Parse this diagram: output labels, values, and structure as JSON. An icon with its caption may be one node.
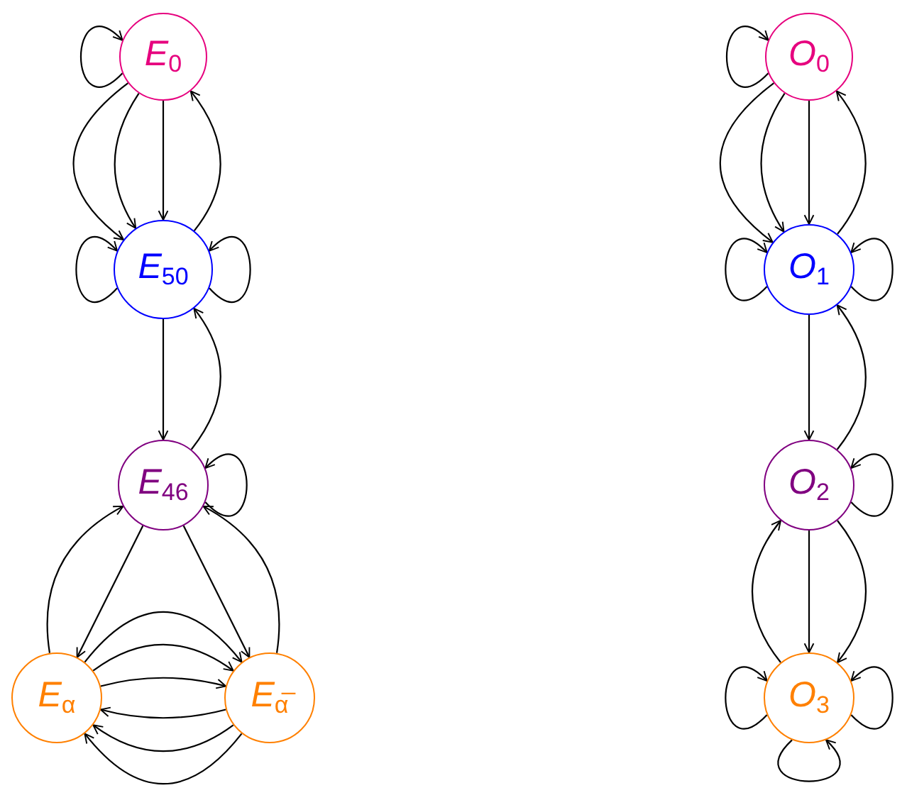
{
  "diagram": {
    "nodes": [
      {
        "text": [
          "*E*$_{0}$"
        ]
      },
      {
        "text": [
          "*E*$_{50}$"
        ]
      },
      {
        "text": [
          "*E*$_{46}$"
        ]
      },
      {
        "text": [
          "*E*$_{α}$"
        ]
      },
      {
        "text": [
          "*E*$_{α̅}$"
        ]
      },
      {
        "text": [
          "*O*$_{0}$"
        ]
      },
      {
        "text": [
          "*O*$_{1}$"
        ]
      },
      {
        "text": [
          "*O*$_{2}$"
        ]
      },
      {
        "text": [
          "*O*$_{3}$"
        ]
      }
    ],
    "edges": [
      {
        "from": 0,
        "to": 0,
        "arrow": "to"
      },
      {
        "from": 0,
        "to": 1,
        "arrow": "to"
      },
      {
        "from": 0,
        "to": 1,
        "arrow": "to"
      },
      {
        "from": 0,
        "to": 1,
        "arrow": "to"
      },
      {
        "from": 1,
        "to": 0,
        "arrow": "to"
      },
      {
        "from": 1,
        "to": 1,
        "arrow": "to"
      },
      {
        "from": 1,
        "to": 1,
        "arrow": "to"
      },
      {
        "from": 1,
        "to": 2,
        "arrow": "to"
      },
      {
        "from": 2,
        "to": 1,
        "arrow": "to"
      },
      {
        "from": 2,
        "to": 2,
        "arrow": "to"
      },
      {
        "from": 3,
        "to": 2,
        "arrow": "to"
      },
      {
        "from": 2,
        "to": 3,
        "arrow": "to"
      },
      {
        "from": 2,
        "to": 4,
        "arrow": "to"
      },
      {
        "from": 4,
        "to": 2,
        "arrow": "to"
      },
      {
        "from": 3,
        "to": 4,
        "arrow": "to"
      },
      {
        "from": 3,
        "to": 4,
        "arrow": "to"
      },
      {
        "from": 3,
        "to": 4,
        "arrow": "to"
      },
      {
        "from": 4,
        "to": 3,
        "arrow": "to"
      },
      {
        "from": 4,
        "to": 3,
        "arrow": "to"
      },
      {
        "from": 4,
        "to": 3,
        "arrow": "to"
      },
      {
        "from": 5,
        "to": 5,
        "arrow": "to"
      },
      {
        "from": 5,
        "to": 6,
        "arrow": "to"
      },
      {
        "from": 5,
        "to": 6,
        "arrow": "to"
      },
      {
        "from": 5,
        "to": 6,
        "arrow": "to"
      },
      {
        "from": 6,
        "to": 5,
        "arrow": "to"
      },
      {
        "from": 6,
        "to": 6,
        "arrow": "to"
      },
      {
        "from": 6,
        "to": 6,
        "arrow": "to"
      },
      {
        "from": 6,
        "to": 7,
        "arrow": "to"
      },
      {
        "from": 7,
        "to": 6,
        "arrow": "to"
      },
      {
        "from": 7,
        "to": 7,
        "arrow": "to"
      },
      {
        "from": 7,
        "to": 8,
        "arrow": "to"
      },
      {
        "from": 7,
        "to": 8,
        "arrow": "to"
      },
      {
        "from": 8,
        "to": 7,
        "arrow": "to"
      },
      {
        "from": 8,
        "to": 8,
        "arrow": "to"
      },
      {
        "from": 8,
        "to": 8,
        "arrow": "to"
      },
      {
        "from": 8,
        "to": 8,
        "arrow": "to"
      }
    ]
  }
}
